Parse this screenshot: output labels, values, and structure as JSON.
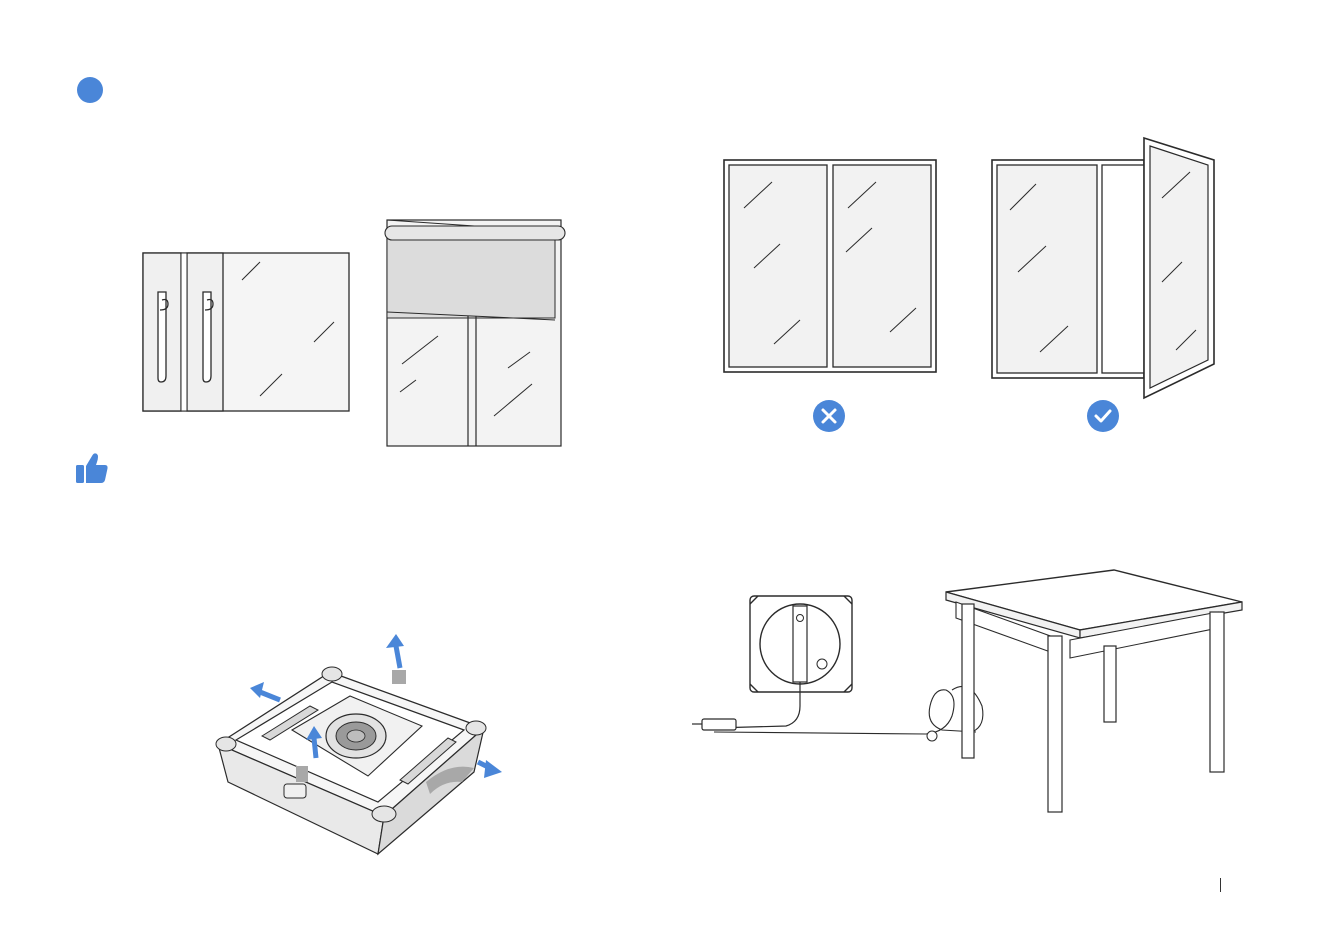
{
  "colors": {
    "accent": "#4a86d8",
    "line": "#2b2b2b",
    "glass": "#f2f2f2",
    "blind": "#dcdcdc"
  },
  "icons": {
    "step_marker": "blue-dot-icon",
    "tip": "thumbs-up-icon",
    "not_suitable": "cross-circle-icon",
    "suitable": "check-circle-icon"
  },
  "illustrations": [
    "sliding-door-with-handles",
    "window-with-roller-blind",
    "fixed-double-window",
    "casement-window-open",
    "robot-underside-remove-protective-film",
    "robot-safety-rope-tied-to-table"
  ]
}
